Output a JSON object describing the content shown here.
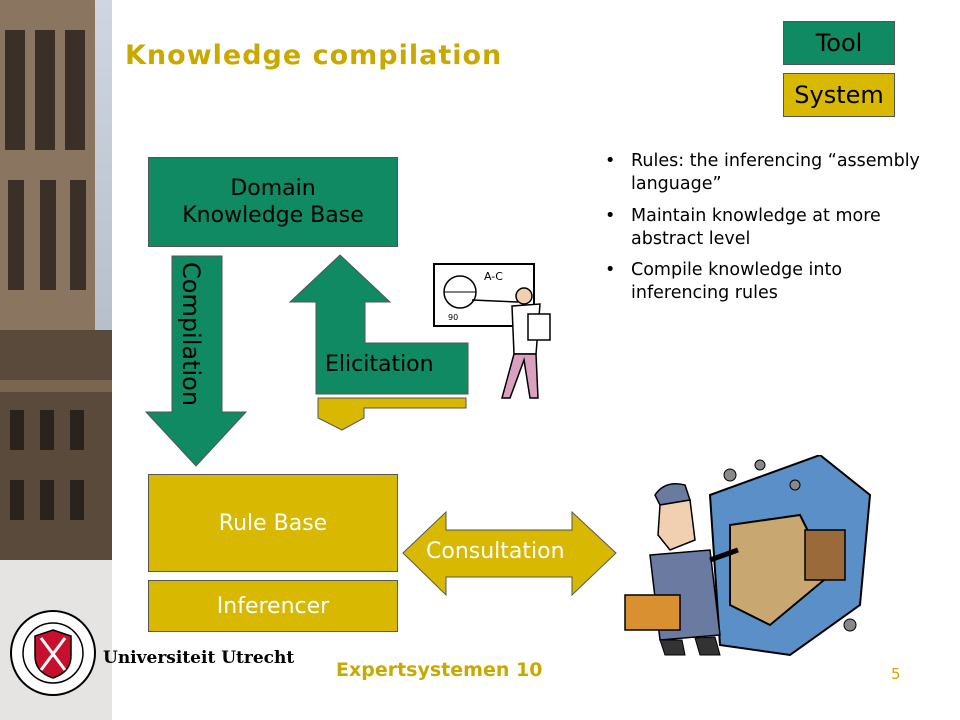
{
  "title": "Knowledge compilation",
  "tags": {
    "tool": "Tool",
    "system": "System"
  },
  "boxes": {
    "domain_kb_line1": "Domain",
    "domain_kb_line2": "Knowledge Base",
    "rule_base": "Rule Base",
    "inferencer": "Inferencer"
  },
  "arrows": {
    "compilation": "Compilation",
    "elicitation": "Elicitation",
    "consultation": "Consultation"
  },
  "bullets": [
    "Rules: the inferencing “assembly language”",
    "Maintain knowledge at more abstract level",
    "Compile knowledge into inferencing rules"
  ],
  "footer": "Expertsystemen 10",
  "page_number": "5",
  "university": "Universiteit Utrecht",
  "clipart_text": {
    "board_formula": "A-C",
    "board_angle": "90"
  },
  "colors": {
    "green": "#0f8a62",
    "gold": "#d8b800",
    "title_gold": "#c9a800"
  }
}
